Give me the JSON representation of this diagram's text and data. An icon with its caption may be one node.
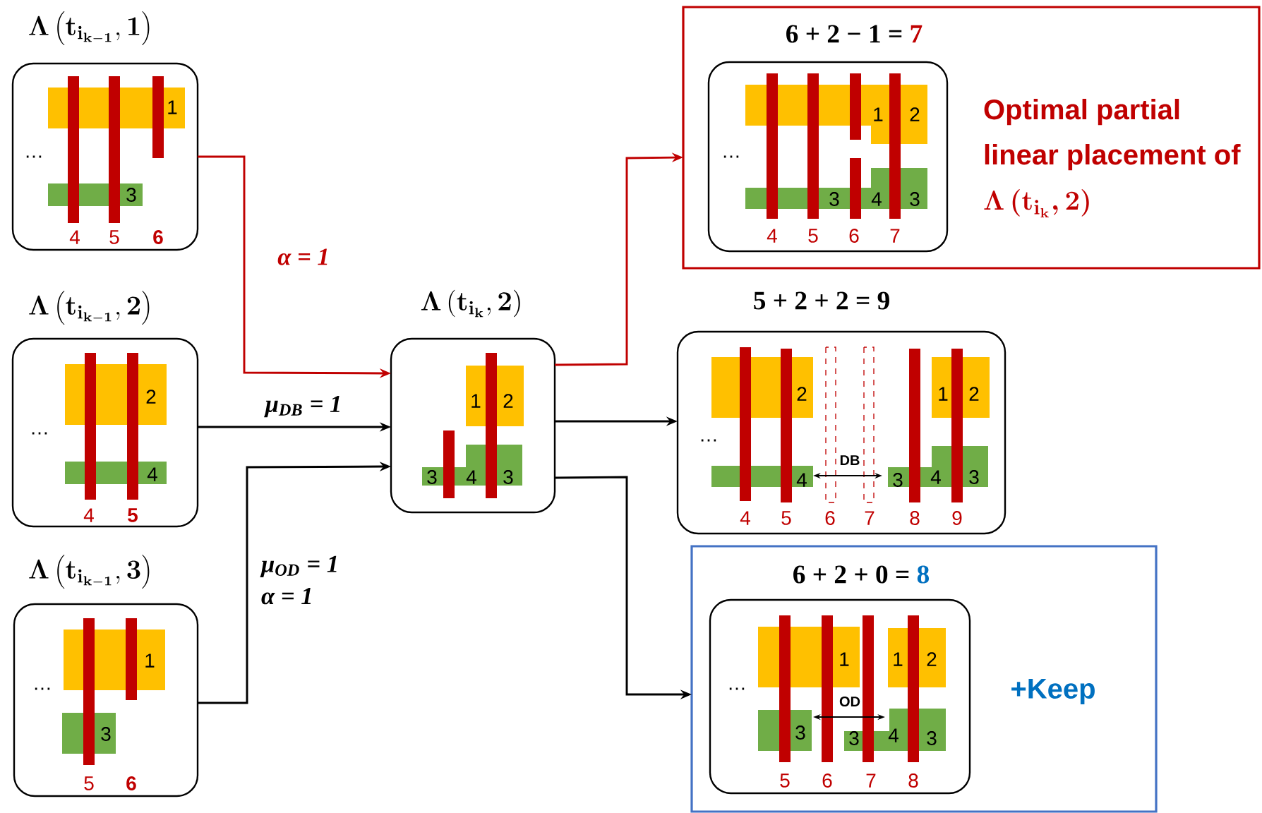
{
  "diagram": {
    "nodes": [
      {
        "text": [
          "\\mathbf{\\Lambda}\\left(\\mathbf{t}_{\\mathbf{i}_{\\mathbf{k-1}}},\\mathbf{1}\\right)",
          "…",
          "1",
          "3",
          "4",
          "5",
          "6"
        ]
      },
      {
        "text": [
          "\\mathbf{\\Lambda}\\left(\\mathbf{t}_{\\mathbf{i}_{\\mathbf{k-1}}},\\mathbf{2}\\right)",
          "…",
          "2",
          "4",
          "4",
          "5"
        ]
      },
      {
        "text": [
          "\\mathbf{\\Lambda}\\left(\\mathbf{t}_{\\mathbf{i}_{\\mathbf{k-1}}},\\mathbf{3}\\right)",
          "…",
          "1",
          "3",
          "5",
          "6"
        ]
      },
      {
        "text": [
          "\\mathbf{\\Lambda}\\left(\\mathbf{t}_{\\mathbf{i}_{\\mathbf{k}}},\\mathbf{2}\\right)",
          "1",
          "2",
          "3",
          "4",
          "3"
        ]
      },
      {
        "text": [
          "Optimal partial linear placement of",
          "\\mathbf{\\Lambda}\\left(\\mathbf{t}_{\\mathbf{i}_{\\mathbf{k}}},\\mathbf{2}\\right)"
        ]
      },
      {
        "text": [
          "6 + 2 − 1 =",
          "7",
          "…",
          "1",
          "2",
          "3",
          "4",
          "3",
          "4",
          "5",
          "6",
          "7"
        ],
        "in": 4
      },
      {
        "text": [
          "5 + 2 + 2 = 9",
          "…",
          "2",
          "1",
          "2",
          "DB",
          "4",
          "3",
          "4",
          "3",
          "4",
          "5",
          "6",
          "7",
          "8",
          "9"
        ]
      },
      {
        "text": [
          "+Keep"
        ]
      },
      {
        "text": [
          "6 + 2 + 0 =",
          "8",
          "…",
          "1",
          "1",
          "2",
          "OD",
          "3",
          "3",
          "4",
          "3",
          "5",
          "6",
          "7",
          "8"
        ],
        "in": 7
      }
    ],
    "edges": [
      {
        "from": 0,
        "to": 3,
        "arrow": "to",
        "label": "α = 1",
        "color": "#c00000"
      },
      {
        "from": 1,
        "to": 3,
        "arrow": "to",
        "label": "μ$_{DB}$ = 1"
      },
      {
        "from": 2,
        "to": 3,
        "arrow": "to",
        "label": "μ$_{OD}$ = 1 α = 1"
      },
      {
        "from": 3,
        "to": 4,
        "arrow": "to",
        "color": "#c00000"
      },
      {
        "from": 3,
        "to": 6,
        "arrow": "to"
      },
      {
        "from": 3,
        "to": 7,
        "arrow": "to"
      }
    ]
  }
}
